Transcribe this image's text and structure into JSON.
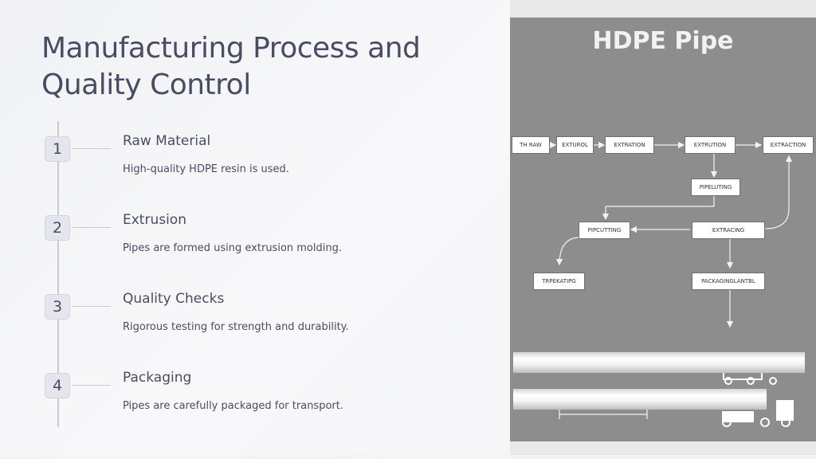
{
  "slide": {
    "title": "Manufacturing Process and Quality Control"
  },
  "steps": [
    {
      "number": "1",
      "title": "Raw Material",
      "description": "High-quality HDPE resin is used."
    },
    {
      "number": "2",
      "title": "Extrusion",
      "description": "Pipes are formed using extrusion molding."
    },
    {
      "number": "3",
      "title": "Quality Checks",
      "description": "Rigorous testing for strength and durability."
    },
    {
      "number": "4",
      "title": "Packaging",
      "description": "Pipes are carefully packaged for transport."
    }
  ],
  "diagram": {
    "title": "HDPE Pipe",
    "boxes": {
      "th_raw": "TH RAW",
      "exturol": "EXTUROL",
      "extration": "EXTRATION",
      "extrution": "EXTRUTION",
      "extraction": "EXTRACTION",
      "pipelting": "PIPELUTING",
      "pipcutting": "PIPCUTTING",
      "extracing": "EXTRACING",
      "trpekatipg": "TRPEKATIPG",
      "packaging_lantbl": "PACKAGINGLANTBL"
    }
  },
  "colors": {
    "text": "#4a4c63",
    "diagram_bg": "#8d8d8e",
    "timeline": "#c9cad3",
    "step_badge": "#e5e6ed"
  }
}
